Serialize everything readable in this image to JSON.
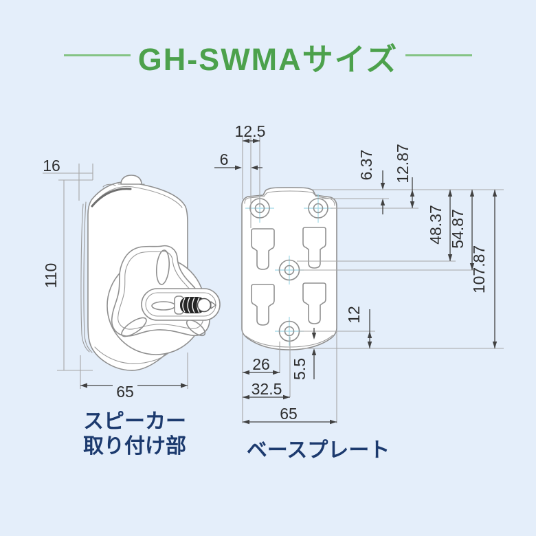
{
  "title": {
    "text": "GH-SWMAサイズ"
  },
  "colors": {
    "accent_green": "#4ca14c",
    "rule_green": "#84c384",
    "label_navy": "#1c3a6e",
    "background": "#e4eefa",
    "line_gray": "#8f8f8f",
    "dim_dark": "#414141",
    "crosshair_cyan": "#9fd8e6"
  },
  "views": {
    "speaker_mount": {
      "label_line1": "スピーカー",
      "label_line2": "取り付け部",
      "dims": {
        "depth": "16",
        "height": "110",
        "width": "65"
      }
    },
    "base_plate": {
      "label": "ベースプレート",
      "dims": {
        "edge_to_hole_x": "12.5",
        "edge_to_slot": "6",
        "top_to_step": "6.37",
        "top_to_hole": "12.87",
        "top_to_slot_bottom": "48.37",
        "top_to_center_hole": "54.87",
        "total_height": "107.87",
        "bottom_hole_to_bottom": "12",
        "edge_to_bottom_hole": "26",
        "bottom_arc_depth": "5.5",
        "edge_to_center": "32.5",
        "width": "65"
      }
    }
  }
}
